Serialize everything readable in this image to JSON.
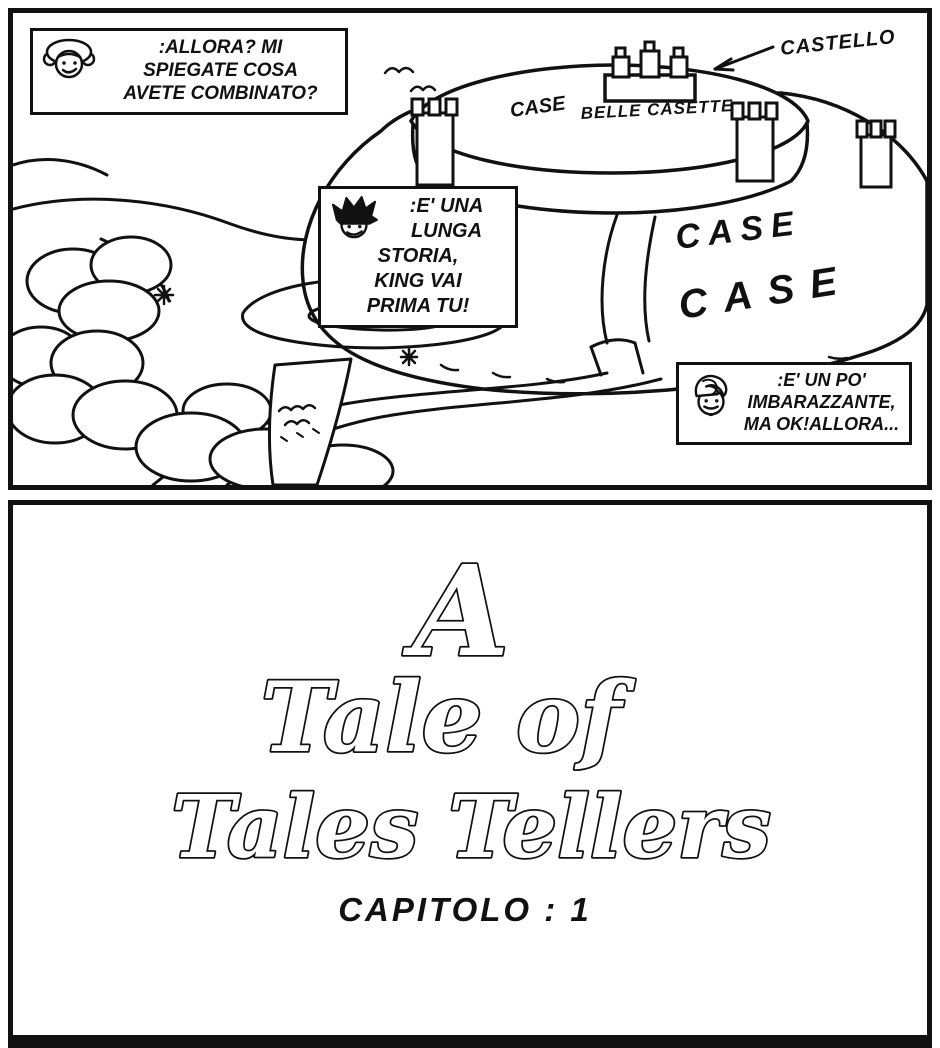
{
  "page": {
    "background": "#ffffff",
    "ink": "#111111"
  },
  "panel1": {
    "bubble1": {
      "speaker_icon": "curly-bob-face-icon",
      "lines": [
        ":ALLORA? MI",
        "SPIEGATE COSA",
        "AVETE COMBINATO?"
      ]
    },
    "bubble2": {
      "speaker_icon": "dark-spiky-hair-face-icon",
      "lines": [
        ":E' UNA",
        "LUNGA STORIA,",
        "KING VAI",
        "PRIMA TU!"
      ]
    },
    "bubble3": {
      "speaker_icon": "swirl-hair-goatee-face-icon",
      "lines": [
        ":E' UN PO'",
        "IMBARAZZANTE,",
        "MA OK!ALLORA..."
      ]
    },
    "labels": {
      "castello": "CASTELLO",
      "case_wall": "CASE",
      "belle_casette": "BELLE CASETTE",
      "case_mid": "CASE",
      "case_low": "CASE"
    }
  },
  "panel2": {
    "title": {
      "line1": "A",
      "line2": "Tale of",
      "line3": "Tales Tellers"
    },
    "chapter": "CAPITOLO : 1"
  }
}
